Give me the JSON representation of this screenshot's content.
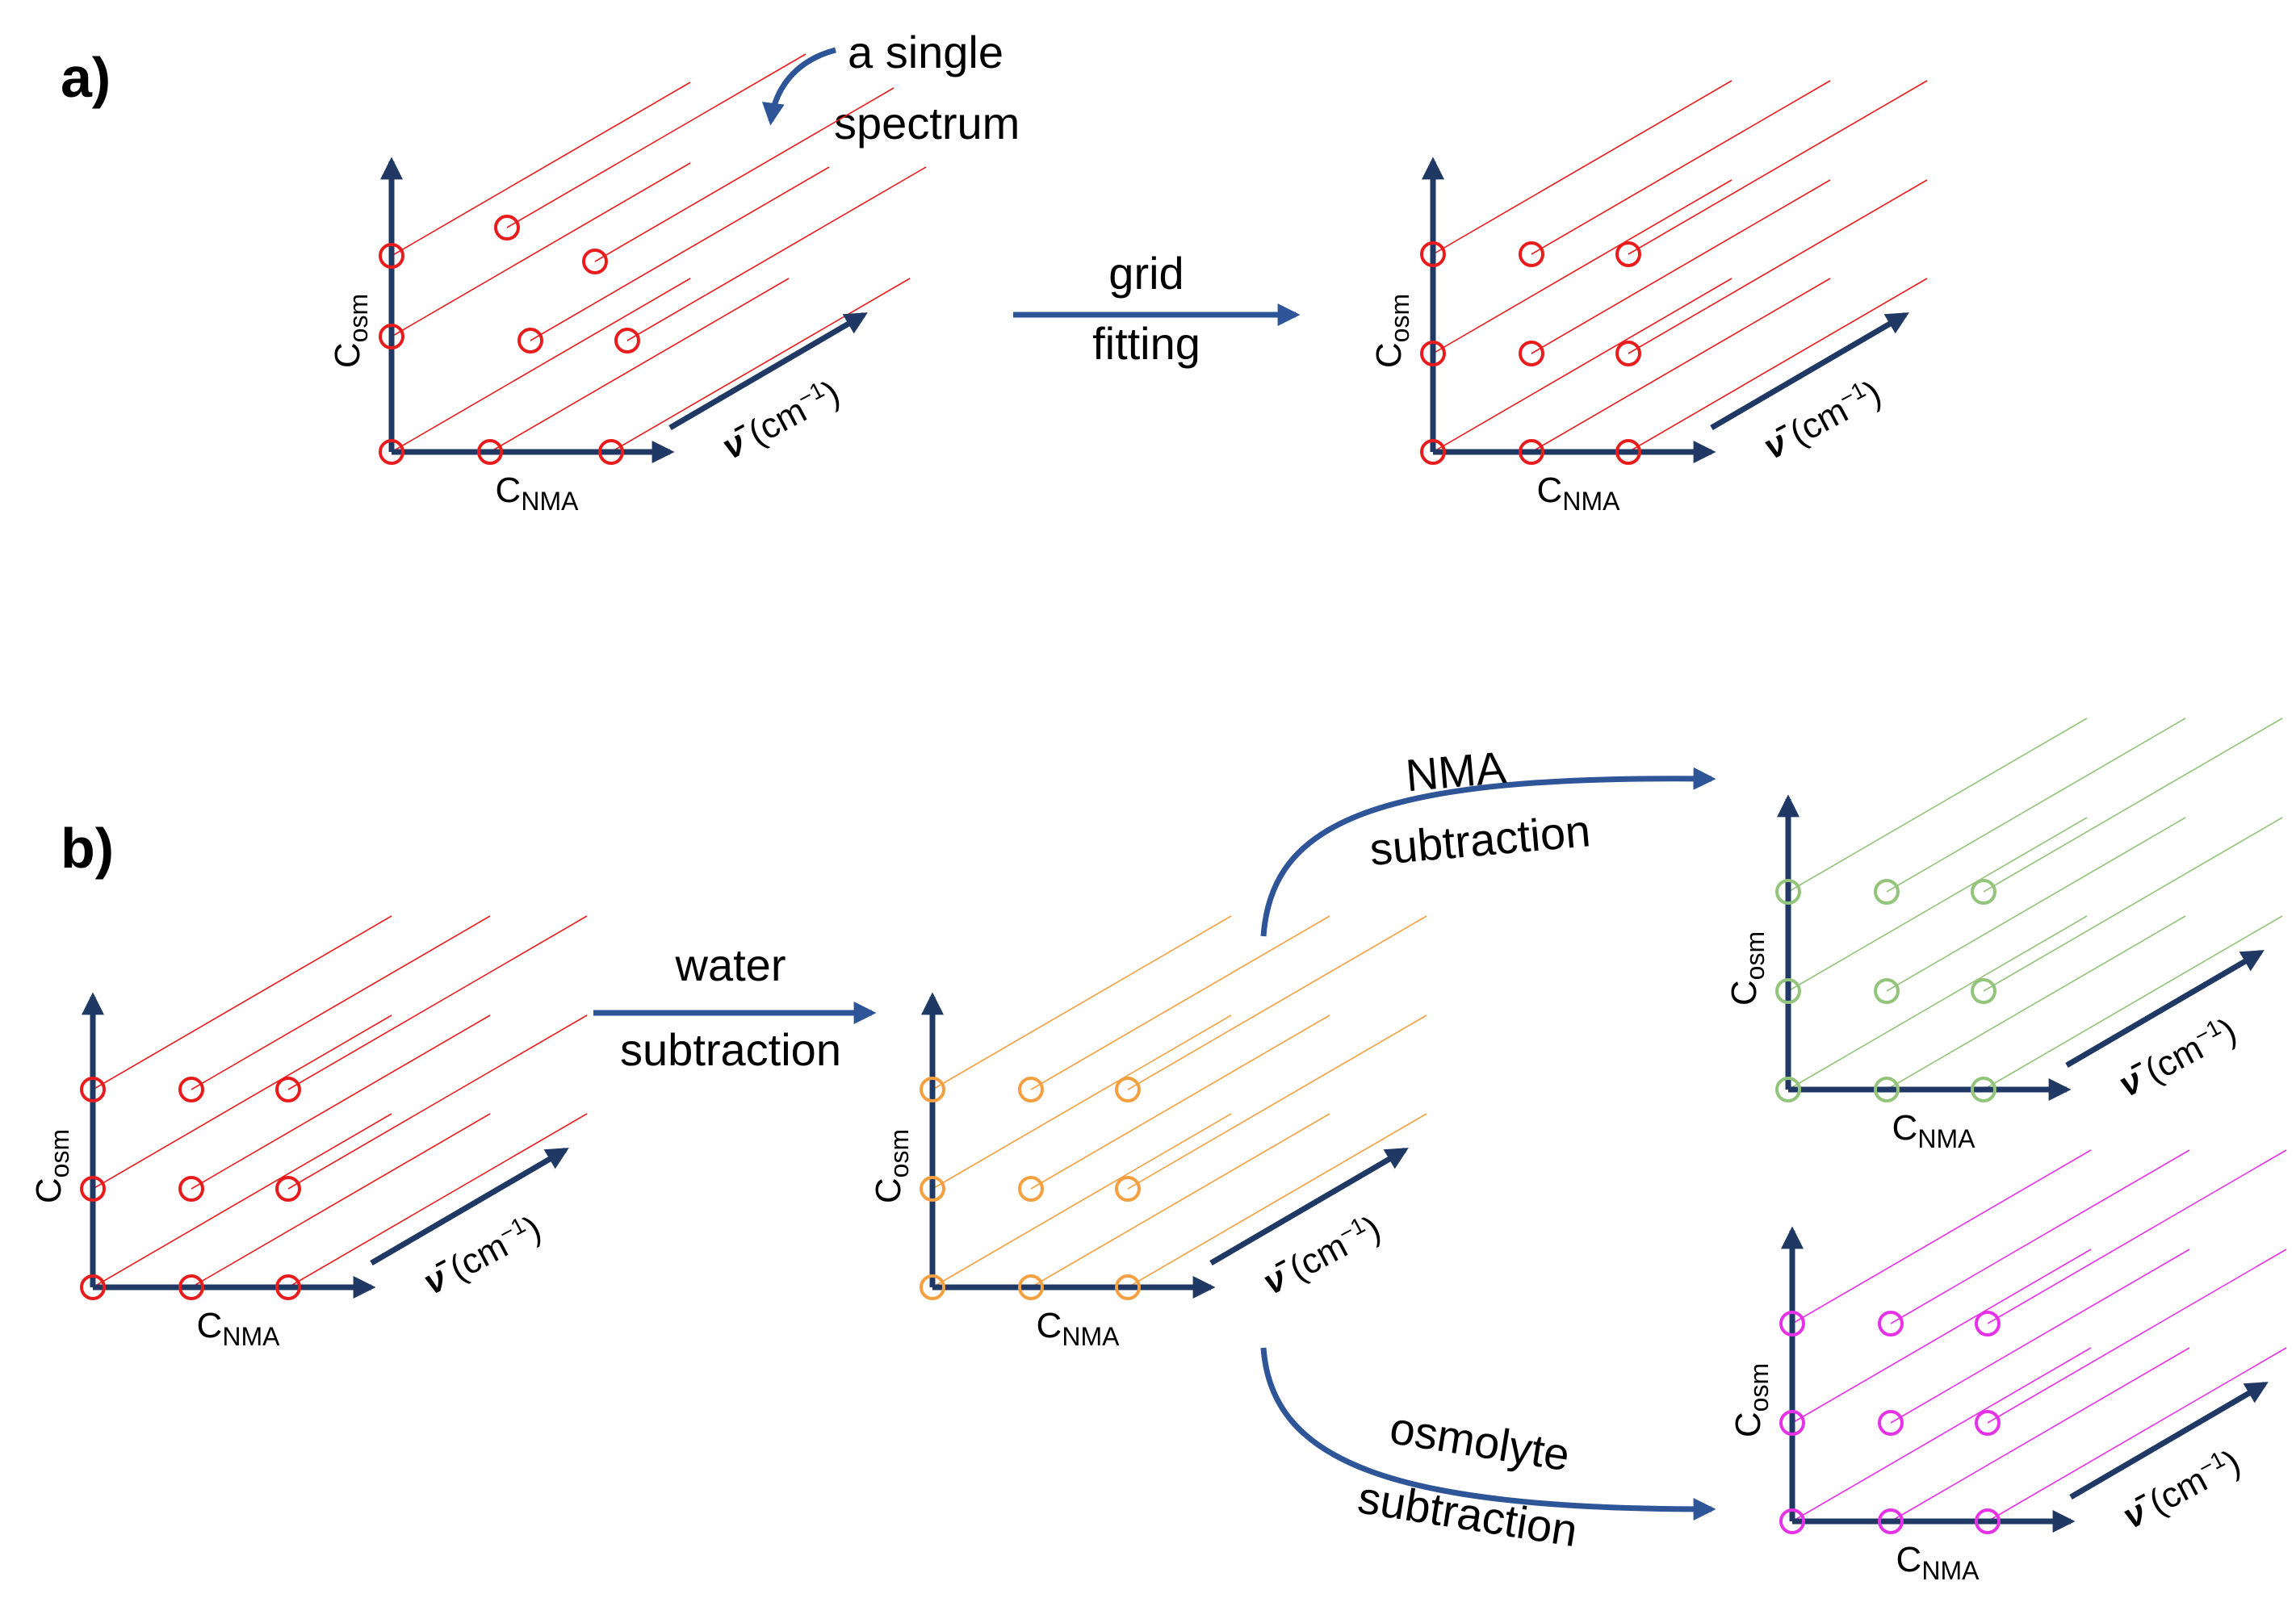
{
  "panels": {
    "a_label": "a)",
    "b_label": "b)"
  },
  "annotation": {
    "single_spectrum_line1": "a single",
    "single_spectrum_line2": "spectrum"
  },
  "axes": {
    "y_main": "C",
    "y_sub": "osm",
    "x_main": "C",
    "x_sub": "NMA",
    "nu_symbol": "ν̄",
    "nu_unit": " (cm",
    "nu_exp": "−1",
    "nu_close": ")"
  },
  "steps": {
    "grid_line1": "grid",
    "grid_line2": "fitting",
    "water_line1": "water",
    "water_line2": "subtraction",
    "nma_line1": "NMA",
    "nma_line2": "subtraction",
    "osm_line1": "osmolyte",
    "osm_line2": "subtraction"
  },
  "colors": {
    "axis": "#1f3864",
    "arrow": "#2e5597",
    "raw": "#e81c1c",
    "water_subtracted": "#f4a040",
    "nma_subtracted": "#92c47a",
    "osmolyte_subtracted": "#e632e6"
  },
  "plots": [
    {
      "id": "a-raw",
      "color_key": "raw",
      "points": "scattered"
    },
    {
      "id": "a-grid",
      "color_key": "raw",
      "points": "grid"
    },
    {
      "id": "b-raw",
      "color_key": "raw",
      "points": "grid"
    },
    {
      "id": "b-water",
      "color_key": "water_subtracted",
      "points": "grid"
    },
    {
      "id": "b-nma",
      "color_key": "nma_subtracted",
      "points": "grid"
    },
    {
      "id": "b-osm",
      "color_key": "osmolyte_subtracted",
      "points": "grid"
    }
  ]
}
